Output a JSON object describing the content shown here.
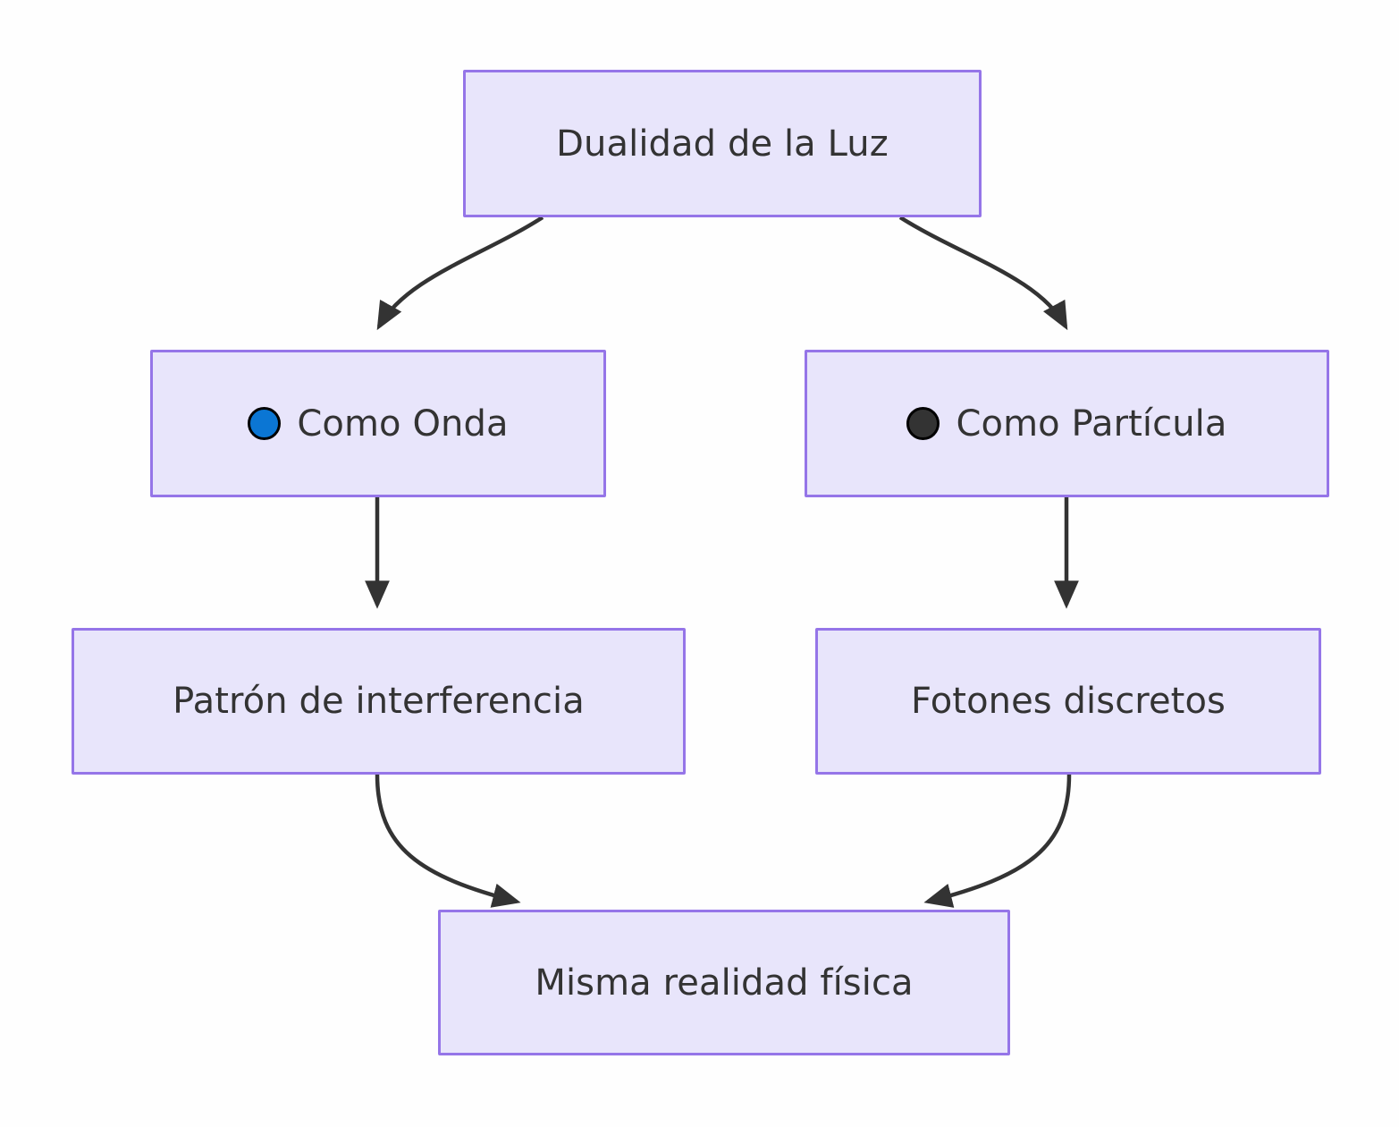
{
  "diagram": {
    "type": "flowchart",
    "direction": "top-down",
    "background_color": "#fefefe",
    "node_fill_color": "#e8e5fb",
    "node_border_color": "#9575e8",
    "node_text_color": "#333333",
    "edge_color": "#333333",
    "nodes": [
      {
        "id": "root",
        "label": "Dualidad de la Luz",
        "bullet": null,
        "bullet_color": null
      },
      {
        "id": "wave",
        "label": "Como Onda",
        "bullet": "blue-circle-icon",
        "bullet_color": "#0b76d4"
      },
      {
        "id": "particle",
        "label": "Como Partícula",
        "bullet": "dark-circle-icon",
        "bullet_color": "#333333"
      },
      {
        "id": "interference",
        "label": "Patrón de interferencia",
        "bullet": null,
        "bullet_color": null
      },
      {
        "id": "photons",
        "label": "Fotones discretos",
        "bullet": null,
        "bullet_color": null
      },
      {
        "id": "reality",
        "label": "Misma realidad física",
        "bullet": null,
        "bullet_color": null
      }
    ],
    "edges": [
      {
        "from": "root",
        "to": "wave",
        "label": "",
        "style": "curved-arrow"
      },
      {
        "from": "root",
        "to": "particle",
        "label": "",
        "style": "curved-arrow"
      },
      {
        "from": "wave",
        "to": "interference",
        "label": "",
        "style": "straight-arrow"
      },
      {
        "from": "particle",
        "to": "photons",
        "label": "",
        "style": "straight-arrow"
      },
      {
        "from": "interference",
        "to": "reality",
        "label": "",
        "style": "curved-arrow"
      },
      {
        "from": "photons",
        "to": "reality",
        "label": "",
        "style": "curved-arrow"
      }
    ]
  }
}
